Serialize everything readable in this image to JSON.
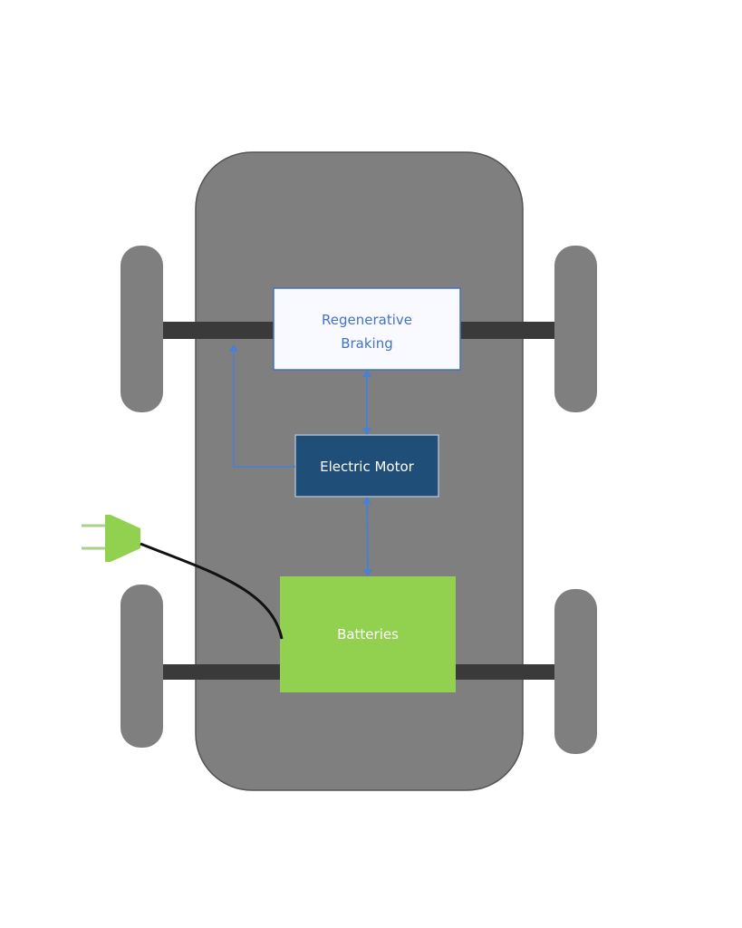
{
  "diagram": {
    "nodes": {
      "regen": {
        "line1": "Regenerative",
        "line2": "Braking"
      },
      "motor": {
        "label": "Electric Motor"
      },
      "batteries": {
        "label": "Batteries"
      }
    },
    "colors": {
      "body": "#7f7f7f",
      "wheel": "#7f7f7f",
      "axle": "#3a3a3a",
      "regen_fill": "#ffffff",
      "regen_text": "#4472c4",
      "motor_fill": "#1f4e79",
      "battery_fill": "#92d050",
      "arrow": "#4a7fd4",
      "plug": "#92d050"
    }
  }
}
